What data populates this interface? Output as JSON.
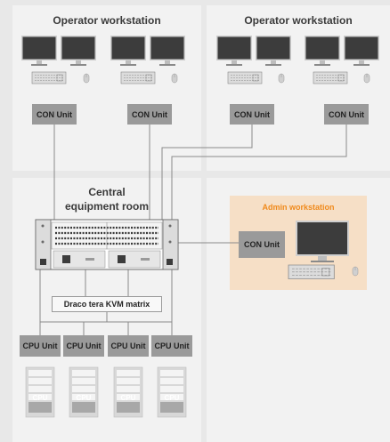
{
  "panels": {
    "operator_left": {
      "title": "Operator workstation"
    },
    "operator_right": {
      "title": "Operator workstation"
    },
    "central": {
      "title_line1": "Central",
      "title_line2": "equipment room"
    },
    "admin": {
      "title": "Admin workstation"
    }
  },
  "con_unit_label": "CON Unit",
  "cpu_unit_label": "CPU Unit",
  "cpu_label": "CPU",
  "matrix_label": "Draco tera KVM matrix",
  "colors": {
    "background": "#e8e8e8",
    "panel": "#f2f2f2",
    "admin_panel": "#f6dfc6",
    "admin_title": "#f08a1c",
    "unit_box": "#9a9a9a",
    "monitor_screen": "#3c3c3c",
    "cable": "#8a8a8a"
  }
}
